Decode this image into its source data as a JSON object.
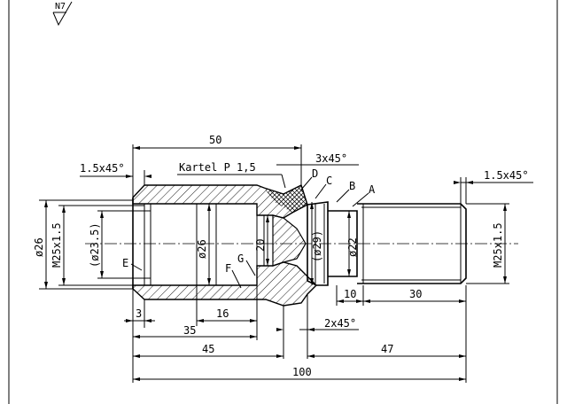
{
  "surface_finish": "N7",
  "dimensions": {
    "d50": "50",
    "chamfer_left": "1.5x45°",
    "knurl": "Kartel P 1,5",
    "chamfer_3": "3x45°",
    "chamfer_right": "1.5x45°",
    "dia26_outer": "ø26",
    "m25_left": "M25x1.5",
    "dia23_5": "(ø23.5)",
    "dia26_inner": "ø26",
    "d20": "20",
    "dia29": "(ø29)",
    "dia22": "ø22",
    "m25_right": "M25x1.5",
    "d10": "10",
    "d30": "30",
    "d3": "3",
    "d16": "16",
    "chamfer_2": "2x45°",
    "d35": "35",
    "d45": "45",
    "d47": "47",
    "d100": "100"
  },
  "labels": {
    "A": "A",
    "B": "B",
    "C": "C",
    "D": "D",
    "E": "E",
    "F": "F",
    "G": "G"
  }
}
